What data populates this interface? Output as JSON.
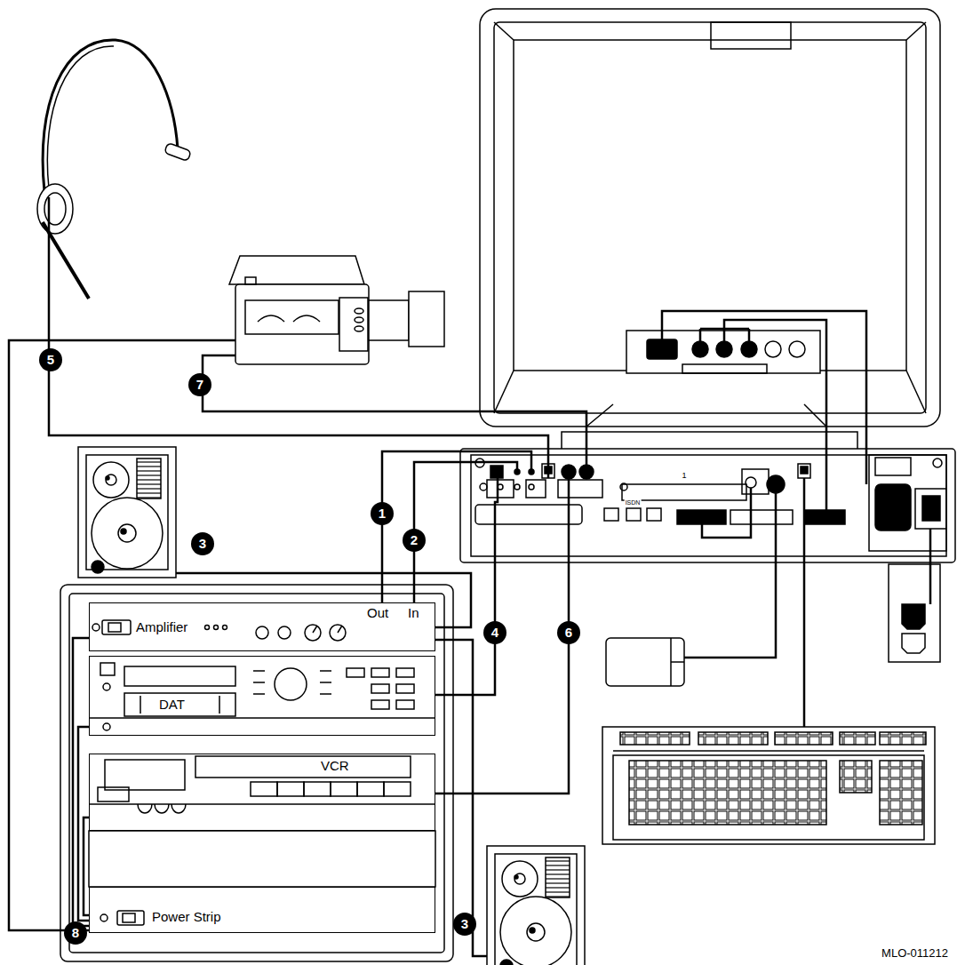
{
  "diagram": {
    "nodes": [
      {
        "text": [
          "Amplifier",
          "Out",
          "In"
        ]
      },
      {
        "text": [
          "DAT"
        ]
      },
      {
        "text": [
          "VCR"
        ]
      },
      {
        "text": [
          "Power Strip"
        ]
      }
    ],
    "edges": [
      {
        "from": 3,
        "to": 0,
        "arrow": "none"
      },
      {
        "from": 3,
        "to": 1,
        "arrow": "none"
      },
      {
        "from": 3,
        "to": 2,
        "arrow": "none"
      }
    ],
    "labels": [
      "5",
      "7",
      "3",
      "1",
      "2",
      "4",
      "6",
      "3",
      "8",
      "1",
      "ISDN",
      "MLO-011212"
    ]
  }
}
